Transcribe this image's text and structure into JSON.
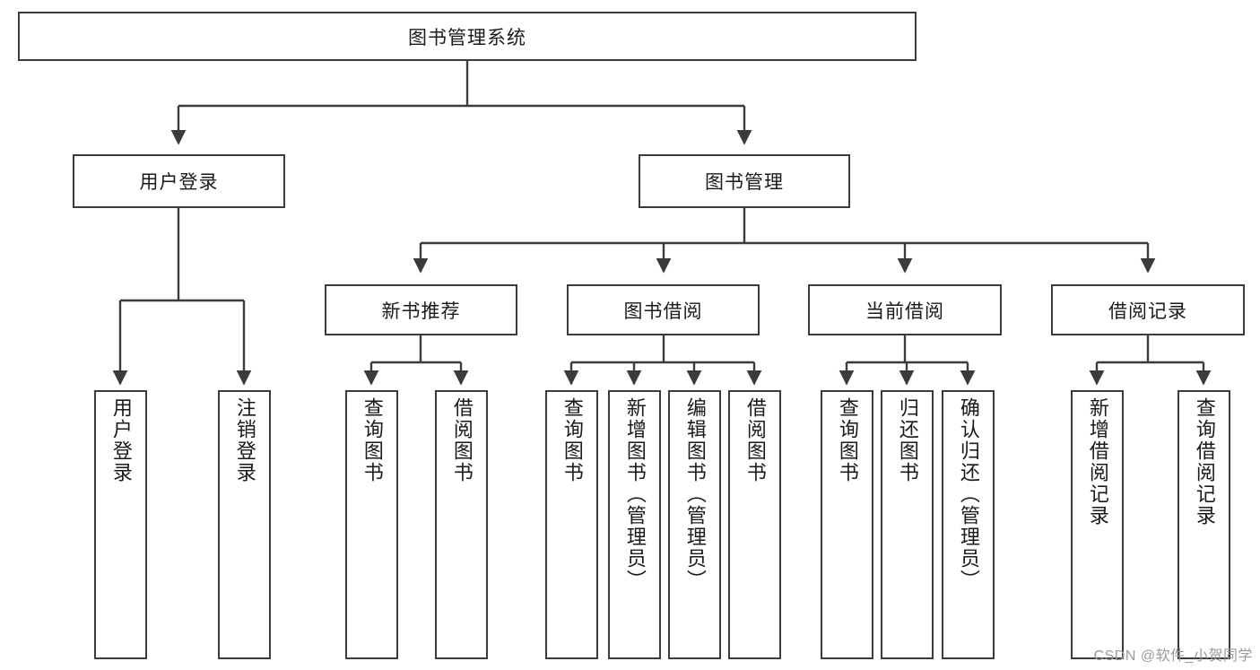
{
  "diagram": {
    "title": "图书管理系统",
    "type": "tree",
    "watermark": "CSDN @软件_小贺同学",
    "colors": {
      "box_border": "#3b3b3b",
      "box_fill": "#ffffff",
      "connector": "#3b3b3b",
      "text": "#1a1a1a",
      "watermark": "#9a9a9a"
    },
    "nodes": {
      "root": {
        "label": "图书管理系统"
      },
      "level2": [
        {
          "id": "user-login",
          "label": "用户登录"
        },
        {
          "id": "book-manage",
          "label": "图书管理"
        }
      ],
      "level3": [
        {
          "id": "new-book-recommend",
          "label": "新书推荐"
        },
        {
          "id": "book-borrow",
          "label": "图书借阅"
        },
        {
          "id": "current-borrow",
          "label": "当前借阅"
        },
        {
          "id": "borrow-record",
          "label": "借阅记录"
        }
      ],
      "leaves": {
        "user-login": [
          {
            "id": "leaf-user-login",
            "label": "用户登录"
          },
          {
            "id": "leaf-logout-login",
            "label": "注销登录"
          }
        ],
        "new-book-recommend": [
          {
            "id": "leaf-query-book-1",
            "label": "查询图书"
          },
          {
            "id": "leaf-borrow-book-1",
            "label": "借阅图书"
          }
        ],
        "book-borrow": [
          {
            "id": "leaf-query-book-2",
            "label": "查询图书"
          },
          {
            "id": "leaf-add-book",
            "label": "新增图书（管理员）"
          },
          {
            "id": "leaf-edit-book",
            "label": "编辑图书（管理员）"
          },
          {
            "id": "leaf-borrow-book-2",
            "label": "借阅图书"
          }
        ],
        "current-borrow": [
          {
            "id": "leaf-query-book-3",
            "label": "查询图书"
          },
          {
            "id": "leaf-return-book",
            "label": "归还图书"
          },
          {
            "id": "leaf-confirm-return",
            "label": "确认归还（管理员）"
          }
        ],
        "borrow-record": [
          {
            "id": "leaf-add-record",
            "label": "新增借阅记录"
          },
          {
            "id": "leaf-query-record",
            "label": "查询借阅记录"
          }
        ]
      }
    }
  }
}
